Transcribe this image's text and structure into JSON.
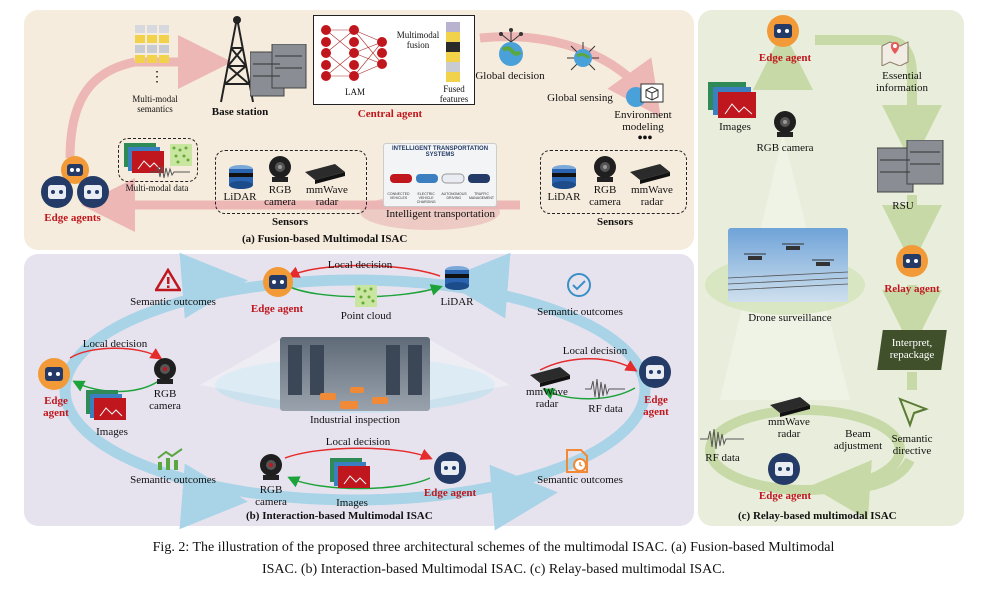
{
  "panels": {
    "a": {
      "title": "(a) Fusion-based Multimodal ISAC",
      "multimodal_semantics": "Multi-modal semantics",
      "base_station": "Base station",
      "lam": "LAM",
      "multimodal_fusion": "Multimodal fusion",
      "fused_features": "Fused features",
      "central_agent": "Central agent",
      "global_decision": "Global decision",
      "global_sensing": "Global sensing",
      "environment_modeling": "Environment modeling",
      "edge_agents": "Edge agents",
      "multimodal_data": "Multi-modal data",
      "lidar_left": "LiDAR",
      "rgb_left": "RGB camera",
      "mmwave_left": "mmWave radar",
      "sensors_left": "Sensors",
      "its_banner": "INTELLIGENT TRANSPORTATION SYSTEMS",
      "its_items": [
        "CONNECTED VEHICLES",
        "ELECTRIC VEHICLE CHARGING",
        "AUTONOMOUS DRIVING",
        "TRAFFIC MANAGEMENT"
      ],
      "intelligent_transportation": "Intelligent transportation",
      "lidar_right": "LiDAR",
      "rgb_right": "RGB camera",
      "mmwave_right": "mmWave radar",
      "sensors_right": "Sensors"
    },
    "b": {
      "title": "(b) Interaction-based Multimodal ISAC",
      "semantic_outcomes_tl": "Semantic outcomes",
      "edge_agent_top": "Edge agent",
      "local_decision_top": "Local decision",
      "lidar": "LiDAR",
      "point_cloud": "Point cloud",
      "semantic_outcomes_tr": "Semantic outcomes",
      "local_decision_left": "Local decision",
      "edge_agent_left": "Edge agent",
      "rgb_camera_left": "RGB camera",
      "images_left": "Images",
      "industrial_inspection": "Industrial inspection",
      "local_decision_right": "Local decision",
      "mmwave_radar": "mmWave radar",
      "rf_data": "RF data",
      "edge_agent_right": "Edge agent",
      "semantic_outcomes_bl": "Semantic outcomes",
      "local_decision_bottom": "Local decision",
      "rgb_camera_bottom": "RGB camera",
      "images_bottom": "Images",
      "edge_agent_bottom": "Edge agent",
      "semantic_outcomes_br": "Semantic outcomes"
    },
    "c": {
      "title": "(c) Relay-based multimodal ISAC",
      "edge_agent_top": "Edge agent",
      "essential_information": "Essential information",
      "images": "Images",
      "rgb_camera": "RGB camera",
      "rsu": "RSU",
      "drone_surveillance": "Drone surveillance",
      "relay_agent": "Relay agent",
      "interpret_repackage": "Interpret, repackage",
      "mmwave_radar": "mmWave radar",
      "beam_adjustment": "Beam adjustment",
      "rf_data": "RF data",
      "semantic_directive": "Semantic directive",
      "edge_agent_bottom": "Edge agent"
    }
  },
  "caption": {
    "line1": "Fig. 2: The illustration of the proposed three architectural schemes of the multimodal ISAC. (a) Fusion-based Multimodal",
    "line2": "ISAC. (b) Interaction-based Multimodal ISAC. (c) Relay-based multimodal ISAC."
  },
  "colors": {
    "panel_a": "#f6ecdd",
    "panel_b": "#e6e3ef",
    "panel_c": "#e8eedb",
    "arrow_pink": "#ecb7b5",
    "arrow_blue": "#a9d3e7",
    "arrow_green": "#c7d9a6",
    "edge_red": "#c0161d",
    "local_red": "#e52b2b",
    "feedback_green": "#1ea33a",
    "robot_orange": "#f39a38",
    "robot_navy": "#233b66"
  },
  "icons": [
    "robot-icon",
    "tower-icon",
    "server-icon",
    "neural-network-icon",
    "globe-icon",
    "cube-monitor-icon",
    "lidar-icon",
    "camera-icon",
    "radar-icon",
    "warning-icon",
    "check-icon",
    "chart-icon",
    "calendar-icon",
    "map-pin-icon",
    "send-icon",
    "point-cloud-icon",
    "image-stack-icon",
    "rf-wave-icon"
  ]
}
